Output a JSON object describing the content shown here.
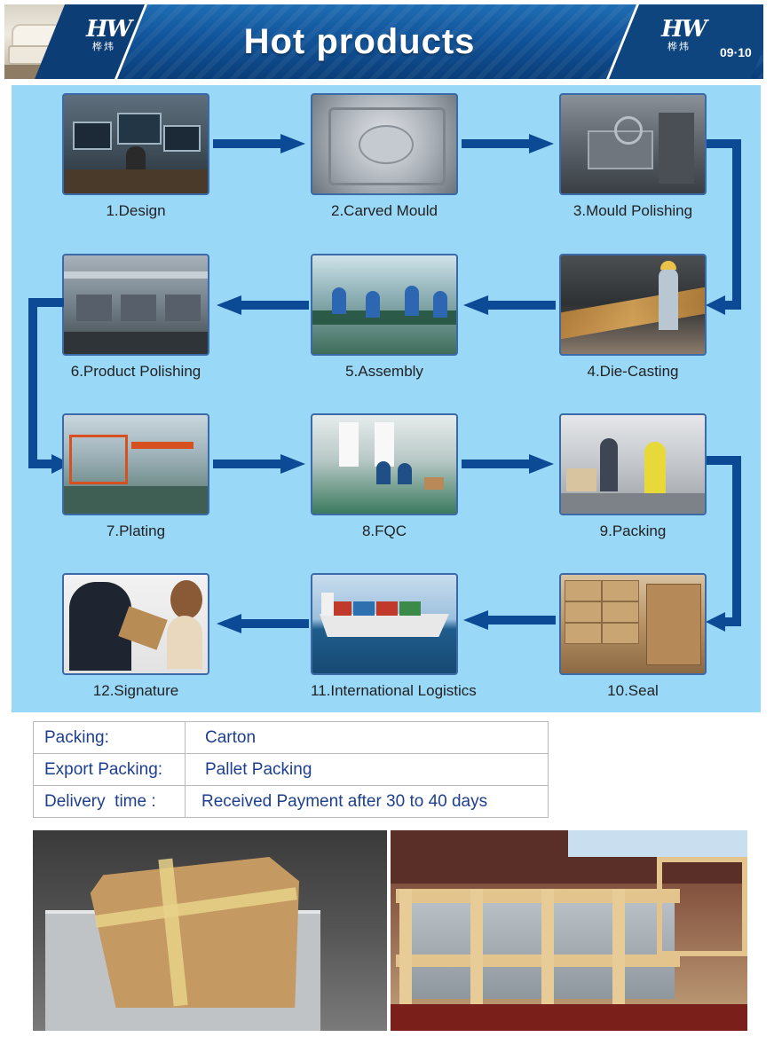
{
  "header": {
    "title": "Hot products",
    "page_number": "09·10",
    "logo_mark": "HW",
    "logo_sub": "桦炜"
  },
  "process": {
    "steps": [
      {
        "label": "1.Design",
        "icon": "design-photo"
      },
      {
        "label": "2.Carved Mould",
        "icon": "mould-photo"
      },
      {
        "label": "3.Mould Polishing",
        "icon": "mould-polishing-photo"
      },
      {
        "label": "4.Die-Casting",
        "icon": "die-casting-photo"
      },
      {
        "label": "5.Assembly",
        "icon": "assembly-photo"
      },
      {
        "label": "6.Product Polishing",
        "icon": "product-polishing-photo"
      },
      {
        "label": "7.Plating",
        "icon": "plating-photo"
      },
      {
        "label": "8.FQC",
        "icon": "fqc-photo"
      },
      {
        "label": "9.Packing",
        "icon": "packing-photo"
      },
      {
        "label": "10.Seal",
        "icon": "seal-photo"
      },
      {
        "label": "11.International Logistics",
        "icon": "logistics-photo"
      },
      {
        "label": "12.Signature",
        "icon": "signature-photo"
      }
    ],
    "colors": {
      "background": "#99d8f7",
      "arrow": "#0d4a96",
      "frame": "#3b6aa8"
    }
  },
  "info_table": {
    "rows": [
      {
        "key": "Packing:",
        "value": "Carton"
      },
      {
        "key": "Export Packing:",
        "value": "Pallet Packing"
      },
      {
        "key": "Delivery  time :",
        "value": "Received Payment after 30 to 40 days"
      }
    ]
  },
  "bottom_photos": [
    {
      "icon": "carton-box-photo"
    },
    {
      "icon": "wooden-pallet-crate-photo"
    }
  ]
}
